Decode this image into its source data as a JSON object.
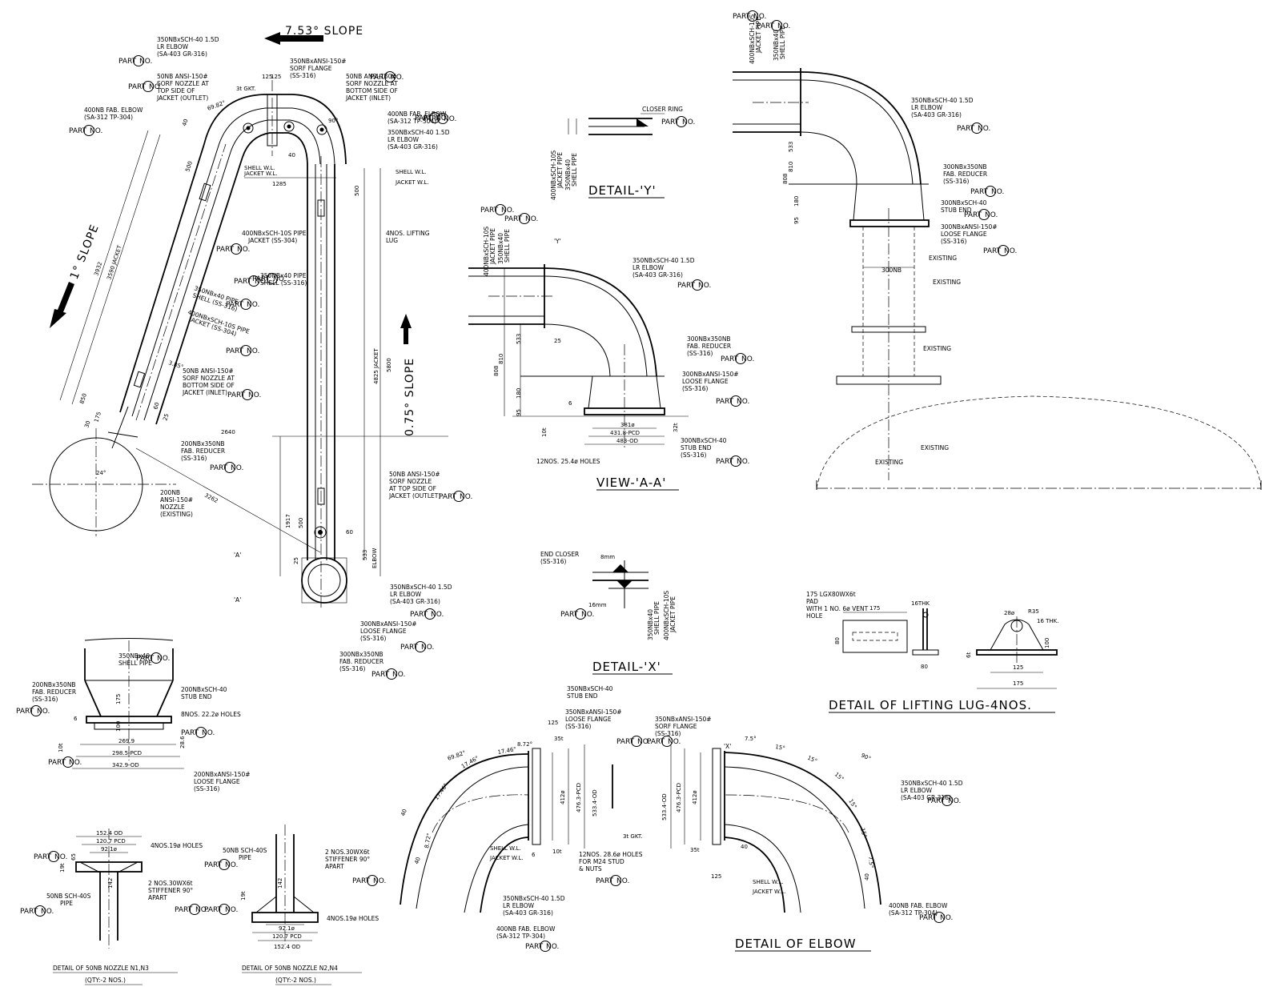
{
  "part_tag": {
    "prefix": "PART",
    "suffix": "NO."
  },
  "main": {
    "slope_top": "7.53° SLOPE",
    "slope_left": "1° SLOPE",
    "slope_right": "0.75° SLOPE",
    "notes": [
      "350NBxSCH-40 1.5D",
      "LR ELBOW",
      "(SA-403 GR-316)",
      "350NBxANSI-150#",
      "SORF FLANGE",
      "(SS-316)",
      "50NB ANSI-150#",
      "SORF NOZZLE AT",
      "TOP SIDE OF",
      "JACKET (OUTLET)",
      "50NB ANSI-150#",
      "SORF NOZZLE AT",
      "BOTTOM SIDE OF",
      "JACKET (INLET)",
      "400NB FAB. ELBOW",
      "(SA-312 TP-304)",
      "400NB FAB. ELBOW",
      "(SA-312 TP-304)",
      "350NBxSCH-40 1.5D",
      "LR ELBOW",
      "(SA-403 GR-316)",
      "4NOS. LIFTING",
      "LUG",
      "400NBxSCH-10S PIPE",
      "JACKET (SS-304)",
      "350NBx40 PIPE",
      "SHELL (SS-316)",
      "350NBx40 PIPE",
      "SHELL (SS-316)",
      "400NBxSCH-10S PIPE",
      "JACKET (SS-304)",
      "50NB ANSI-150#",
      "SORF NOZZLE AT",
      "BOTTOM SIDE OF",
      "JACKET (INLET)",
      "200NBx350NB",
      "FAB. REDUCER",
      "(SS-316)",
      "200NB",
      "ANSI-150#",
      "NOZZLE",
      "(EXISTING)",
      "50NB ANSI-150#",
      "SORF NOZZLE",
      "AT TOP SIDE OF",
      "JACKET (OUTLET)",
      "350NBxSCH-40 1.5D",
      "LR ELBOW",
      "(SA-403 GR-316)",
      "300NBxANSI-150#",
      "LOOSE FLANGE",
      "(SS-316)",
      "300NBx350NB",
      "FAB. REDUCER",
      "(SS-316)"
    ],
    "dims": [
      "3t GKT.",
      "125",
      "125",
      "69.82°",
      "90°",
      "40",
      "40",
      "500",
      "500",
      "1285",
      "3932",
      "3590 JACKET",
      "3.85°",
      "850",
      "60",
      "25",
      "30",
      "175",
      "24°",
      "2640",
      "3262",
      "4825 JACKET",
      "5800",
      "1917",
      "500",
      "25",
      "533",
      "ELBOW",
      "60"
    ],
    "shell_wl": "SHELL W.L.",
    "jacket_wl": "JACKET W.L.",
    "view_a": "'A'"
  },
  "detail_y": {
    "title": "DETAIL-'Y'",
    "closer_ring": "CLOSER RING",
    "v1": "400NBxSCH-10S",
    "v1b": "JACKET PIPE",
    "v2": "350NBx40",
    "v2b": "SHELL PIPE"
  },
  "view_aa": {
    "title": "VIEW-'A-A'",
    "y_mark": "'Y'",
    "notes": [
      "350NBxSCH-40 1.5D",
      "LR ELBOW",
      "(SA-403 GR-316)",
      "300NBx350NB",
      "FAB. REDUCER",
      "(SS-316)",
      "300NBxANSI-150#",
      "LOOSE FLANGE",
      "(SS-316)",
      "300NBxSCH-40",
      "STUB END",
      "(SS-316)"
    ],
    "holes": "12NOS. 25.4ø HOLES",
    "v1": "400NBxSCH-10S",
    "v1b": "JACKET PIPE",
    "v2": "350NBx40",
    "v2b": "SHELL PIPE",
    "dims": [
      "533",
      "808",
      "810",
      "25",
      "180",
      "95",
      "6",
      "10t",
      "32t",
      "381ø",
      "431.8-PCD",
      "483-OD"
    ]
  },
  "top_right": {
    "notes": [
      "350NBxSCH-40 1.5D",
      "LR ELBOW",
      "(SA-403 GR-316)",
      "300NBx350NB",
      "FAB. REDUCER",
      "(SS-316)",
      "300NBxSCH-40",
      "STUB END",
      "300NBxANSI-150#",
      "LOOSE FLANGE",
      "(SS-316)"
    ],
    "existing": "EXISTING",
    "nb300": "300NB",
    "v1": "400NBxSCH-10S",
    "v1b": "JACKET PIPE",
    "v2": "350NBx40",
    "v2b": "SHELL PIPE",
    "dims": [
      "533",
      "808",
      "810",
      "180",
      "95"
    ]
  },
  "detail_x": {
    "title": "DETAIL-'X'",
    "end_closer": "END CLOSER",
    "end_closer_mat": "(SS-316)",
    "d1": "8mm",
    "d2": "16mm",
    "v1": "350NBx40",
    "v1b": "SHELL PIPE",
    "v2": "400NBxSCH-10S",
    "v2b": "JACKET PIPE"
  },
  "lifting_lug": {
    "title": "DETAIL OF LIFTING LUG-4NOS.",
    "pad": [
      "175 LGX80WX6t",
      "PAD",
      "WITH 1 NO. 6ø VENT",
      "HOLE"
    ],
    "dims": [
      "175",
      "80",
      "16THK",
      "80",
      "28ø",
      "R35",
      "16 THK.",
      "100",
      "125",
      "175",
      "6t"
    ]
  },
  "reducer_detail": {
    "notes": [
      "350NBx40",
      "SHELL PIPE",
      "200NBx350NB",
      "FAB. REDUCER",
      "(SS-316)",
      "200NBxSCH-40",
      "STUB END",
      "8NOS. 22.2ø HOLES",
      "200NBxANSI-150#",
      "LOOSE FLANGE",
      "(SS-316)"
    ],
    "dims": [
      "175",
      "100",
      "6",
      "10t",
      "28.6",
      "269.9",
      "298.5-PCD",
      "342.9-OD"
    ]
  },
  "nozzle_n1n3": {
    "title": "DETAIL OF 50NB NOZZLE N1,N3",
    "qty": "(QTY:-2 NOS.)",
    "notes": [
      "4NOS.19ø HOLES",
      "2 NOS.30WX6t",
      "STIFFENER 90°",
      "APART",
      "50NB SCH-40S",
      "PIPE"
    ],
    "dims": [
      "152.4 OD",
      "120.7 PCD",
      "92.1ø",
      "65",
      "19t",
      "142"
    ]
  },
  "nozzle_n2n4": {
    "title": "DETAIL OF 50NB NOZZLE N2,N4",
    "qty": "(QTY:-2 NOS.)",
    "notes": [
      "50NB SCH-40S",
      "PIPE",
      "2 NOS.30WX6t",
      "STIFFENER 90°",
      "APART",
      "4NOS.19ø HOLES"
    ],
    "dims": [
      "142",
      "19t",
      "92.1ø",
      "120.7 PCD",
      "152.4 OD"
    ]
  },
  "elbow_detail": {
    "title": "DETAIL OF ELBOW",
    "x_mark": "'X'",
    "notes_l": [
      "350NBxSCH-40",
      "STUB END",
      "350NBxANSI-150#",
      "LOOSE FLANGE",
      "(SS-316)",
      "350NBxSCH-40 1.5D",
      "LR ELBOW",
      "(SA-403 GR-316)",
      "400NB FAB. ELBOW",
      "(SA-312 TP-304)"
    ],
    "notes_r": [
      "350NBxANSI-150#",
      "SORF FLANGE",
      "(SS-316)",
      "350NBxSCH-40 1.5D",
      "LR ELBOW",
      "(SA-403 GR-316)",
      "400NB FAB. ELBOW",
      "(SA-312 TP-304)"
    ],
    "holes": [
      "12NOS. 28.6ø HOLES",
      "FOR M24 STUD",
      "& NUTS"
    ],
    "gasket": "3t GKT.",
    "dims_l": [
      "125",
      "35t",
      "69.82°",
      "17.46°",
      "17.46°",
      "17.46°",
      "8.72°",
      "8.72°",
      "40",
      "412ø",
      "476.3-PCD",
      "533.4-OD",
      "6",
      "10t",
      "40"
    ],
    "dims_r": [
      "7.5°",
      "15°",
      "15°",
      "15°",
      "90°",
      "15°",
      "15°",
      "7.5°",
      "533.4-OD",
      "476.3-PCD",
      "412ø",
      "35t",
      "40",
      "125",
      "40"
    ]
  }
}
